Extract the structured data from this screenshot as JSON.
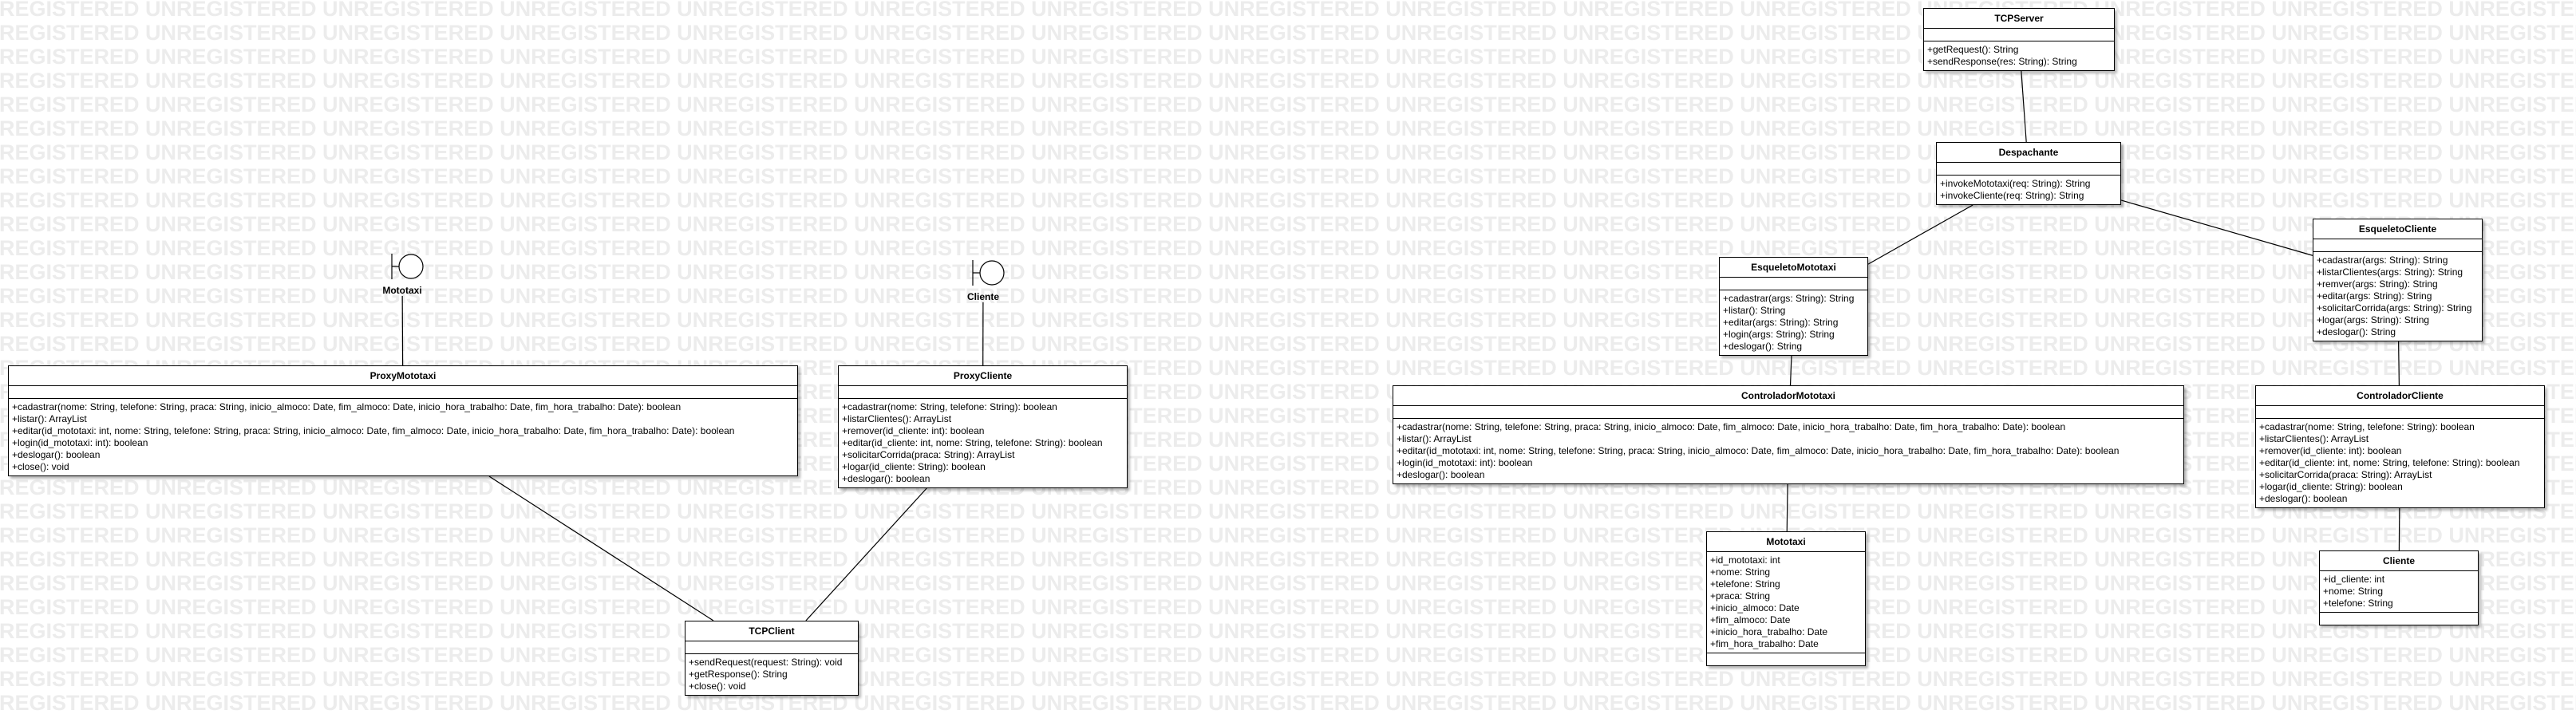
{
  "watermark_text": "UNREGISTERED",
  "actors": [
    {
      "id": "mototaxi",
      "name": "Mototaxi"
    },
    {
      "id": "cliente",
      "name": "Cliente"
    }
  ],
  "classes": [
    {
      "id": "tcpserver",
      "name": "TCPServer",
      "attributes": [],
      "operations": [
        "+getRequest(): String",
        "+sendResponse(res: String): String"
      ]
    },
    {
      "id": "despachante",
      "name": "Despachante",
      "attributes": [],
      "operations": [
        "+invokeMototaxi(req: String): String",
        "+invokeCliente(req: String): String"
      ]
    },
    {
      "id": "esqueletocliente",
      "name": "EsqueletoCliente",
      "attributes": [],
      "operations": [
        "+cadastrar(args: String): String",
        "+listarClientes(args: String): String",
        "+remver(args: String): String",
        "+editar(args: String): String",
        "+solicitarCorrida(args: String): String",
        "+logar(args: String): String",
        "+deslogar(): String"
      ]
    },
    {
      "id": "esqueletomototaxi",
      "name": "EsqueletoMototaxi",
      "attributes": [],
      "operations": [
        "+cadastrar(args: String): String",
        "+listar(): String",
        "+editar(args: String): String",
        "+login(args: String): String",
        "+deslogar(): String"
      ]
    },
    {
      "id": "controladormototaxi",
      "name": "ControladorMototaxi",
      "attributes": [],
      "operations": [
        "+cadastrar(nome: String, telefone: String, praca: String, inicio_almoco: Date, fim_almoco: Date, inicio_hora_trabalho: Date, fim_hora_trabalho: Date): boolean",
        "+listar(): ArrayList",
        "+editar(id_mototaxi: int, nome: String, telefone: String, praca: String, inicio_almoco: Date, fim_almoco: Date, inicio_hora_trabalho: Date, fim_hora_trabalho: Date): boolean",
        "+login(id_mototaxi: int): boolean",
        "+deslogar(): boolean"
      ]
    },
    {
      "id": "controladorcliente",
      "name": "ControladorCliente",
      "attributes": [],
      "operations": [
        "+cadastrar(nome: String, telefone: String): boolean",
        "+listarClientes(): ArrayList",
        "+remover(id_cliente: int): boolean",
        "+editar(id_cliente: int, nome: String, telefone: String): boolean",
        "+solicitarCorrida(praca: String): ArrayList",
        "+logar(id_cliente: String): boolean",
        "+deslogar(): boolean"
      ]
    },
    {
      "id": "mototaxi",
      "name": "Mototaxi",
      "attributes": [
        "+id_mototaxi: int",
        "+nome: String",
        "+telefone: String",
        "+praca: String",
        "+inicio_almoco: Date",
        "+fim_almoco: Date",
        "+inicio_hora_trabalho: Date",
        "+fim_hora_trabalho: Date"
      ],
      "operations": []
    },
    {
      "id": "cliente",
      "name": "Cliente",
      "attributes": [
        "+id_cliente: int",
        "+nome: String",
        "+telefone: String"
      ],
      "operations": []
    },
    {
      "id": "proxymototaxi",
      "name": "ProxyMototaxi",
      "attributes": [],
      "operations": [
        "+cadastrar(nome: String, telefone: String, praca: String, inicio_almoco: Date, fim_almoco: Date, inicio_hora_trabalho: Date, fim_hora_trabalho: Date): boolean",
        "+listar(): ArrayList",
        "+editar(id_mototaxi: int, nome: String, telefone: String, praca: String, inicio_almoco: Date, fim_almoco: Date, inicio_hora_trabalho: Date, fim_hora_trabalho: Date): boolean",
        "+login(id_mototaxi: int): boolean",
        "+deslogar(): boolean",
        "+close(): void"
      ]
    },
    {
      "id": "proxycliente",
      "name": "ProxyCliente",
      "attributes": [],
      "operations": [
        "+cadastrar(nome: String, telefone: String): boolean",
        "+listarClientes(): ArrayList",
        "+remover(id_cliente: int): boolean",
        "+editar(id_cliente: int, nome: String, telefone: String): boolean",
        "+solicitarCorrida(praca: String): ArrayList",
        "+logar(id_cliente: String): boolean",
        "+deslogar(): boolean"
      ]
    },
    {
      "id": "tcpclient",
      "name": "TCPClient",
      "attributes": [],
      "operations": [
        "+sendRequest(request: String): void",
        "+getResponse(): String",
        "+close(): void"
      ]
    }
  ],
  "associations": [
    [
      "tcpserver",
      "despachante"
    ],
    [
      "despachante",
      "esqueletomototaxi"
    ],
    [
      "despachante",
      "esqueletocliente"
    ],
    [
      "esqueletomototaxi",
      "controladormototaxi"
    ],
    [
      "controladormototaxi",
      "mototaxi"
    ],
    [
      "esqueletocliente",
      "controladorcliente"
    ],
    [
      "controladorcliente",
      "cliente"
    ],
    [
      "actor:mototaxi",
      "proxymototaxi"
    ],
    [
      "actor:cliente",
      "proxycliente"
    ],
    [
      "proxymototaxi",
      "tcpclient"
    ],
    [
      "proxycliente",
      "tcpclient"
    ]
  ]
}
